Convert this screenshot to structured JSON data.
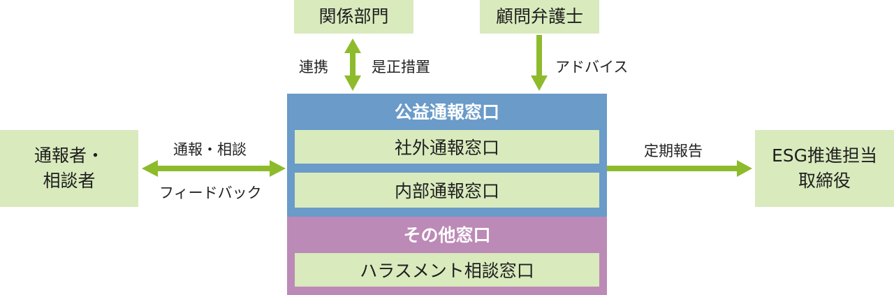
{
  "nodes": {
    "dept": "関係部門",
    "lawyer": "顧問弁護士",
    "reporter_line1": "通報者・",
    "reporter_line2": "相談者",
    "esg_line1": "ESG推進担当",
    "esg_line2": "取締役"
  },
  "center": {
    "public_title": "公益通報窓口",
    "external": "社外通報窓口",
    "internal": "内部通報窓口",
    "other_title": "その他窓口",
    "harassment": "ハラスメント相談窓口"
  },
  "edges": {
    "cooperation": "連携",
    "correction": "是正措置",
    "advice": "アドバイス",
    "report_consult": "通報・相談",
    "feedback": "フィードバック",
    "regular_report": "定期報告"
  },
  "colors": {
    "public_band": "#6a9bc9",
    "other_band": "#bc8ab6",
    "box_fill": "#d9eabd",
    "arrow": "#8dbb2c"
  }
}
